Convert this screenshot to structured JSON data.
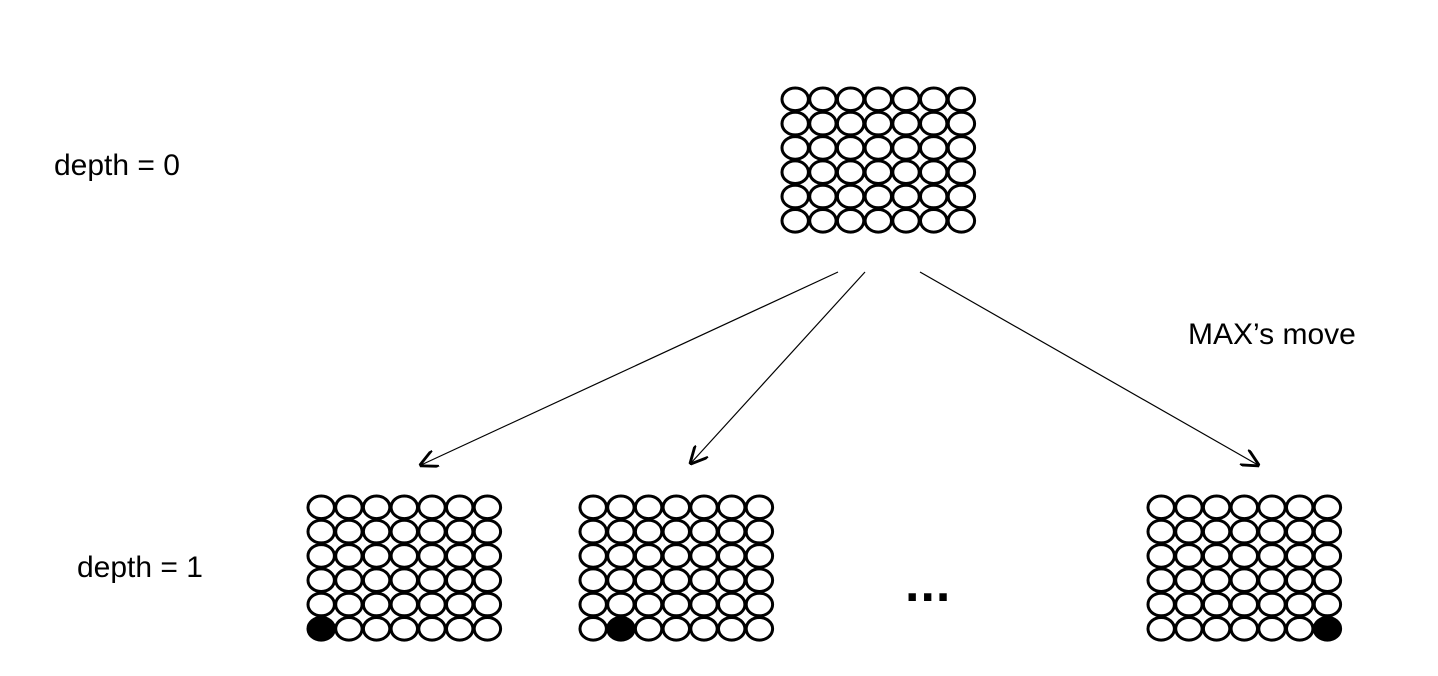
{
  "labels": {
    "depth0": "depth = 0",
    "depth1": "depth = 1",
    "move": "MAX’s move",
    "ellipsis": "..."
  },
  "board": {
    "rows": 6,
    "cols": 7
  },
  "root": {
    "pieces": []
  },
  "children": [
    {
      "pieces": [
        {
          "row": 6,
          "col": 1,
          "color": "black"
        }
      ]
    },
    {
      "pieces": [
        {
          "row": 6,
          "col": 2,
          "color": "black"
        }
      ]
    },
    {
      "pieces": [
        {
          "row": 6,
          "col": 7,
          "color": "black"
        }
      ]
    }
  ],
  "colors": {
    "stroke": "#000000",
    "empty": "#ffffff",
    "piece": "#000000"
  }
}
